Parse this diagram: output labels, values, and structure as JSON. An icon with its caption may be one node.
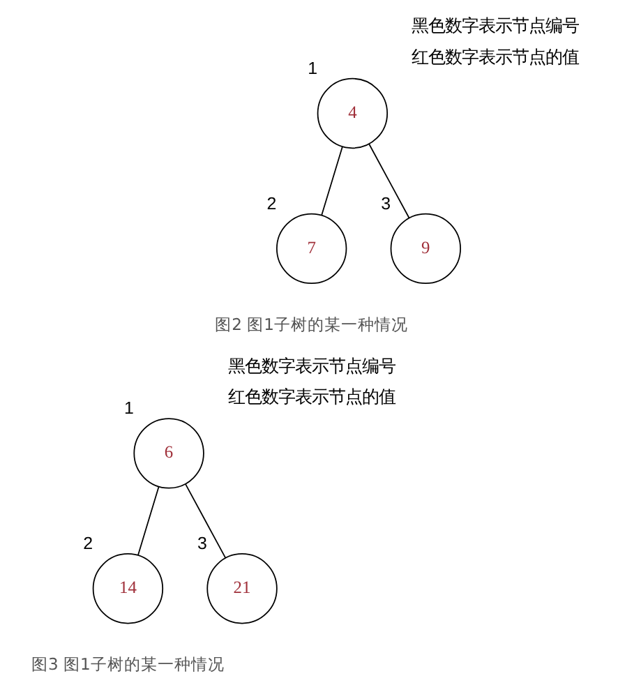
{
  "diagram": {
    "nodes": [
      {
        "text": [
          "4"
        ],
        "beside": [
          "1"
        ]
      },
      {
        "text": [
          "7"
        ],
        "beside": [
          "2"
        ]
      },
      {
        "text": [
          "9"
        ],
        "beside": [
          "3"
        ]
      },
      {
        "text": [
          "6"
        ],
        "beside": [
          "1"
        ]
      },
      {
        "text": [
          "14"
        ],
        "beside": [
          "2"
        ]
      },
      {
        "text": [
          "21"
        ],
        "beside": [
          "3"
        ]
      }
    ],
    "edges": [
      {
        "from": 0,
        "to": 1,
        "arrow": "none"
      },
      {
        "from": 0,
        "to": 2,
        "arrow": "none"
      },
      {
        "from": 3,
        "to": 4,
        "arrow": "none"
      },
      {
        "from": 3,
        "to": 5,
        "arrow": "none"
      }
    ],
    "labels": [
      "黑色数字表示节点编号",
      "红色数字表示节点的值",
      "图2 图1子树的某一种情况",
      "黑色数字表示节点编号",
      "红色数字表示节点的值",
      "图3 图1子树的某一种情况"
    ]
  }
}
